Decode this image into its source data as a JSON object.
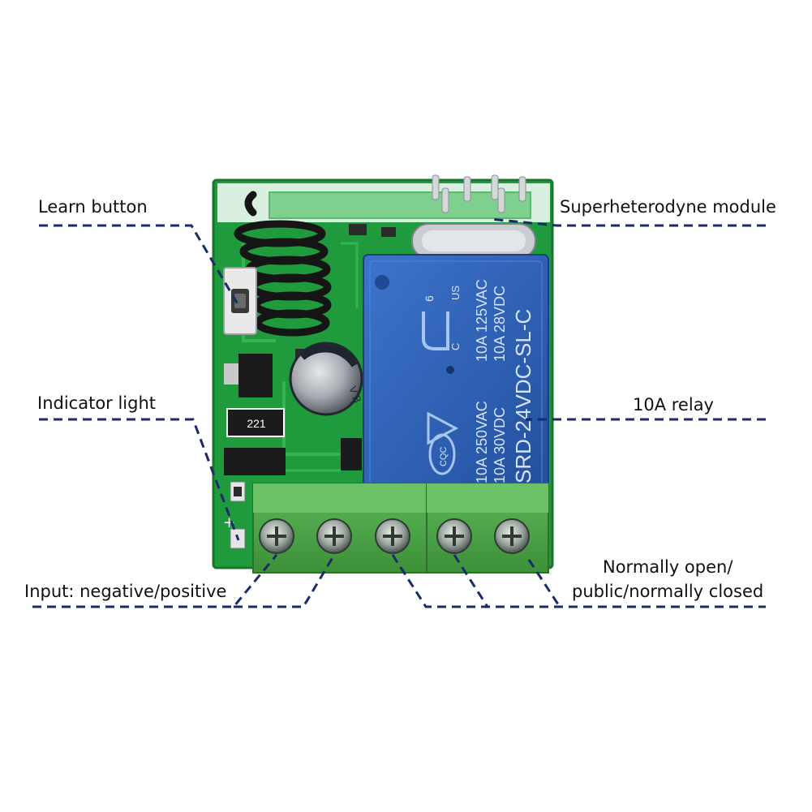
{
  "labels": {
    "learn_button": "Learn button",
    "superheterodyne_module": "Superheterodyne module",
    "indicator_light": "Indicator light",
    "relay": "10A relay",
    "input_terminals": "Input: negative/positive",
    "output_terminals_line1": "Normally open/",
    "output_terminals_line2": "public/normally closed"
  },
  "board_markings": {
    "resistor_code": "221",
    "plus_sign": "+"
  },
  "relay_markings": {
    "model": "SRD-24VDC-SL-C",
    "rating_ac_1": "10A 250VAC",
    "rating_dc_1": "10A 30VDC",
    "rating_ac_2": "10A 125VAC",
    "rating_dc_2": "10A 28VDC",
    "cert_us": "US",
    "cert_number": "6",
    "cert_c": "C",
    "cqc": "CQC"
  },
  "capacitor_marking": "V B",
  "colors": {
    "pcb_green": "#1f9a3c",
    "relay_blue": "#2f5fb5",
    "terminal_green": "#4ea84a",
    "leader_line": "#1a2a6b"
  }
}
